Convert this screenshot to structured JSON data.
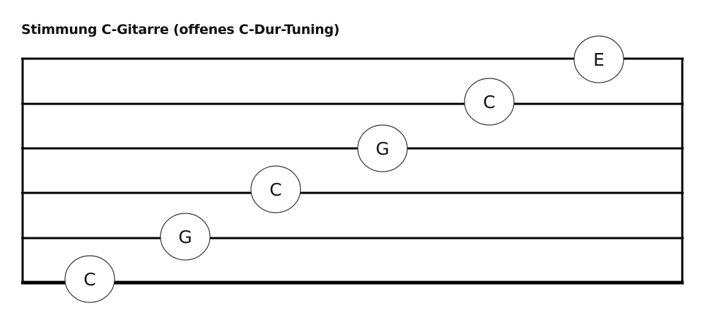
{
  "title": "Stimmung C-Gitarre (offenes C-Dur-Tuning)",
  "strings": [
    {
      "note": "C"
    },
    {
      "note": "G"
    },
    {
      "note": "C"
    },
    {
      "note": "G"
    },
    {
      "note": "C"
    },
    {
      "note": "E"
    }
  ],
  "colors": {
    "line": "#000000",
    "circle_stroke": "#333333",
    "text": "#111111"
  }
}
